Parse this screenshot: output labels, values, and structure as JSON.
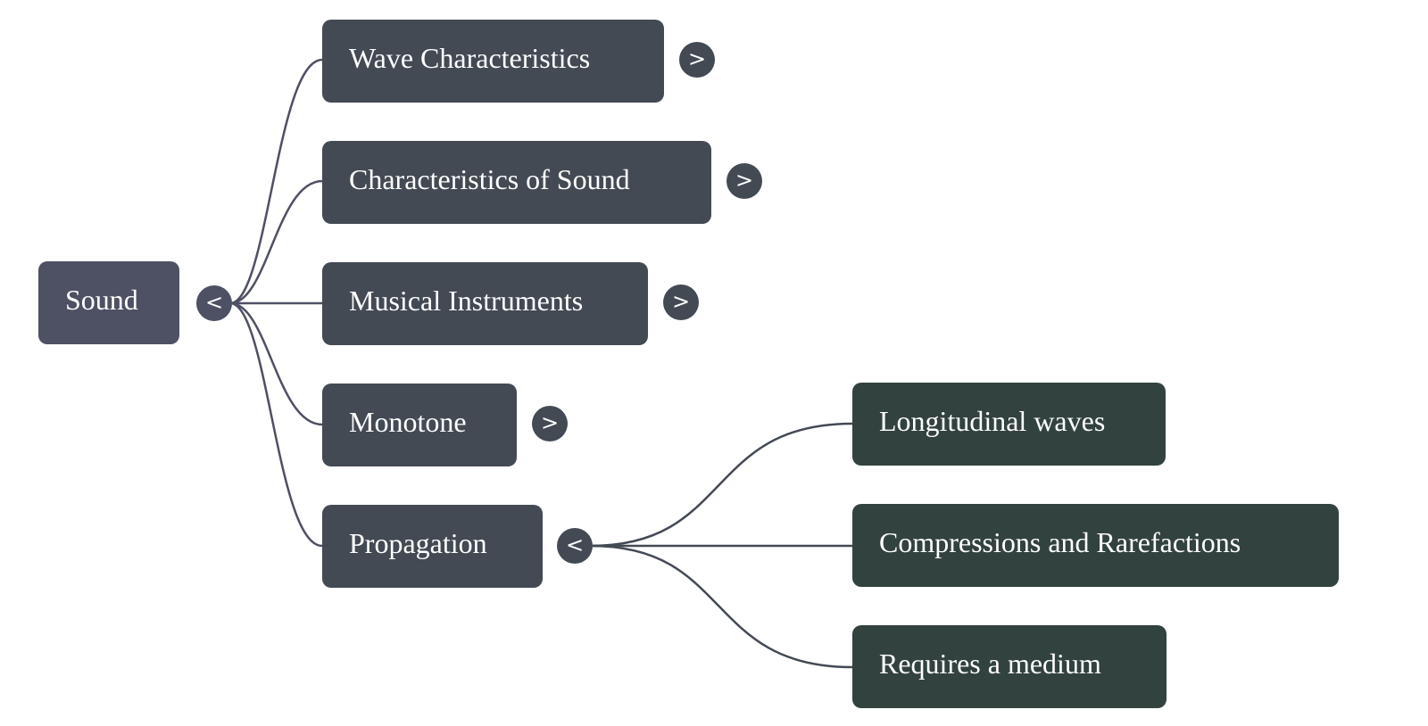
{
  "mindmap": {
    "root": {
      "label": "Sound",
      "expanded": true,
      "toggle_glyph": "<",
      "toggle_icon": "collapse-icon",
      "color": "#4e5064"
    },
    "branches": [
      {
        "label": "Wave Characteristics",
        "expanded": false,
        "toggle_glyph": ">",
        "toggle_icon": "expand-icon",
        "children": []
      },
      {
        "label": "Characteristics of Sound",
        "expanded": false,
        "toggle_glyph": ">",
        "toggle_icon": "expand-icon",
        "children": []
      },
      {
        "label": "Musical Instruments",
        "expanded": false,
        "toggle_glyph": ">",
        "toggle_icon": "expand-icon",
        "children": []
      },
      {
        "label": "Monotone",
        "expanded": false,
        "toggle_glyph": ">",
        "toggle_icon": "expand-icon",
        "children": []
      },
      {
        "label": "Propagation",
        "expanded": true,
        "toggle_glyph": "<",
        "toggle_icon": "collapse-icon",
        "children": [
          {
            "label": "Longitudinal waves"
          },
          {
            "label": "Compressions and Rarefactions"
          },
          {
            "label": "Requires a medium"
          }
        ]
      }
    ],
    "colors": {
      "root": "#4e5064",
      "level1": "#434a54",
      "level2": "#32423f",
      "link_root": "#4e5064",
      "link_level1": "#434a54",
      "text": "#ffffff"
    }
  }
}
